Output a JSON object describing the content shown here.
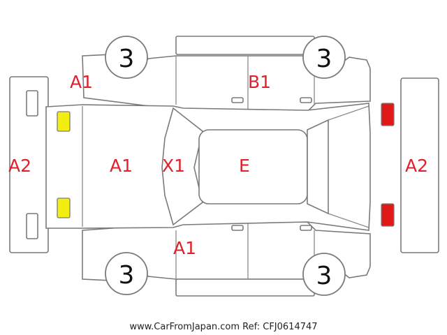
{
  "damage_labels": {
    "a1_top": "A1",
    "b1": "B1",
    "a2_front": "A2",
    "a1_hood": "A1",
    "x1": "X1",
    "e": "E",
    "a2_rear": "A2",
    "a1_bottom": "A1"
  },
  "wheels": {
    "front_top": "3",
    "rear_top": "3",
    "front_bottom": "3",
    "rear_bottom": "3"
  },
  "footer": "www.CarFromJapan.com Ref: CFJ0614747",
  "colors": {
    "label": "#e0202a",
    "outline": "#7a7a7a",
    "headlight": "#f2ee10",
    "taillight": "#e01818"
  }
}
